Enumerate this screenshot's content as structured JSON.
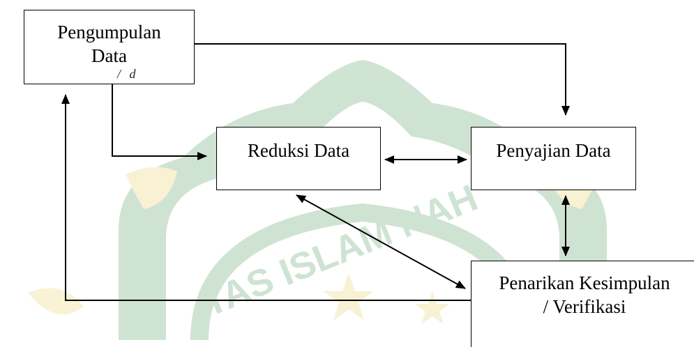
{
  "nodes": {
    "pengumpulan": {
      "line1": "Pengumpulan",
      "line2": "Data",
      "residue": "/ d"
    },
    "reduksi": {
      "label": "Reduksi Data"
    },
    "penyajian": {
      "label": "Penyajian Data"
    },
    "penarikan": {
      "line1": "Penarikan Kesimpulan",
      "line2": "/ Verifikasi"
    }
  },
  "watermark": {
    "text": "TAS ISLAM NAH"
  },
  "colors": {
    "line": "#000000",
    "watermark_green": "#3a8f4a",
    "watermark_yellow": "#e4c94a"
  }
}
